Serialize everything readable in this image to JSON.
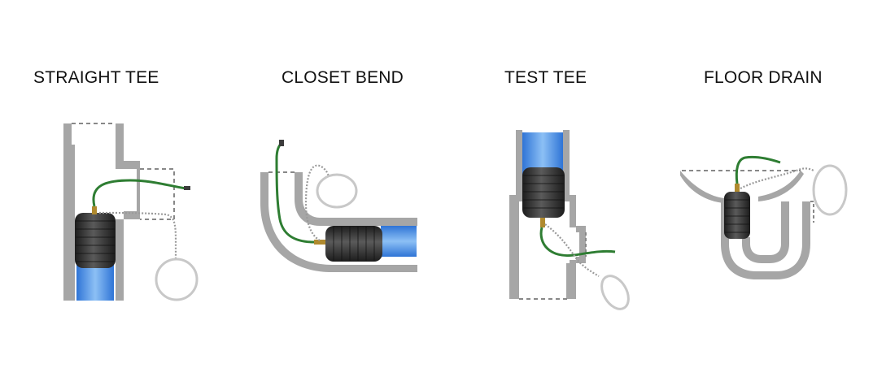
{
  "diagrams": [
    {
      "id": "straight-tee",
      "title": "STRAIGHT TEE"
    },
    {
      "id": "closet-bend",
      "title": "CLOSET BEND"
    },
    {
      "id": "test-tee",
      "title": "TEST TEE"
    },
    {
      "id": "floor-drain",
      "title": "FLOOR DRAIN"
    }
  ],
  "colors": {
    "pipe": "#a6a6a6",
    "water": "#3a82e0",
    "water_highlight": "#8cc0f5",
    "plug": "#2c2c2c",
    "hose": "#2e7d32",
    "chain": "#9a9a9a",
    "ring": "#c8c8c8",
    "dashed": "#888888"
  }
}
